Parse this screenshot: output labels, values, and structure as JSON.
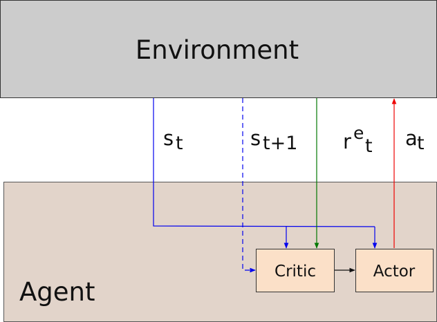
{
  "environment": {
    "label": "Environment"
  },
  "agent": {
    "label": "Agent"
  },
  "nodes": {
    "critic": "Critic",
    "actor": "Actor"
  },
  "signals": {
    "state": {
      "main": "s",
      "sub": "t"
    },
    "next_state": {
      "main": "s",
      "sub": "t+1"
    },
    "reward": {
      "main": "r",
      "sup": "e",
      "sub": "t"
    },
    "action": {
      "main": "a",
      "sub": "t"
    }
  },
  "colors": {
    "state": "#0000ee",
    "reward": "#007700",
    "action": "#ee0000",
    "internal": "#111111"
  }
}
